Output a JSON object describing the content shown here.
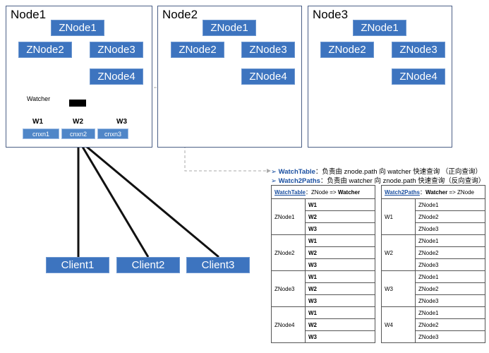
{
  "nodes": [
    {
      "title": "Node1",
      "znodes": [
        "ZNode1",
        "ZNode2",
        "ZNode3",
        "ZNode4"
      ]
    },
    {
      "title": "Node2",
      "znodes": [
        "ZNode1",
        "ZNode2",
        "ZNode3",
        "ZNode4"
      ]
    },
    {
      "title": "Node3",
      "znodes": [
        "ZNode1",
        "ZNode2",
        "ZNode3",
        "ZNode4"
      ]
    }
  ],
  "watcher_label": "Watcher",
  "w_labels": [
    "W1",
    "W2",
    "W3"
  ],
  "connections": [
    "cnxn1",
    "cnxn2",
    "cnxn3"
  ],
  "clients": [
    "Client1",
    "Client2",
    "Client3"
  ],
  "descriptions": [
    {
      "arrow": "➢",
      "term": "WatchTable",
      "text": "：负责由 znode.path 向 watcher 快速查询 （正向查询）"
    },
    {
      "arrow": "➢",
      "term": "Watch2Paths",
      "text": "：负责由 watcher 向 znode.path 快速查询（反向查询）"
    }
  ],
  "watch_table": {
    "header_term": "WatchTable",
    "header_rest": "：ZNode => ",
    "header_bold": "Watcher",
    "groups": [
      {
        "key": "ZNode1",
        "values": [
          "W1",
          "W2",
          "W3"
        ]
      },
      {
        "key": "ZNode2",
        "values": [
          "W1",
          "W2",
          "W3"
        ]
      },
      {
        "key": "ZNode3",
        "values": [
          "W1",
          "W2",
          "W3"
        ]
      },
      {
        "key": "ZNode4",
        "values": [
          "W1",
          "W2",
          "W3"
        ]
      }
    ]
  },
  "watch2paths": {
    "header_term": "Watch2Paths",
    "header_rest": "：",
    "header_bold": "Watcher",
    "header_tail": " => ZNode",
    "groups": [
      {
        "key": "W1",
        "values": [
          "ZNode1",
          "ZNode2",
          "ZNode3"
        ]
      },
      {
        "key": "W2",
        "values": [
          "ZNode1",
          "ZNode2",
          "ZNode3"
        ]
      },
      {
        "key": "W3",
        "values": [
          "ZNode1",
          "ZNode2",
          "ZNode3"
        ]
      },
      {
        "key": "W4",
        "values": [
          "ZNode1",
          "ZNode2",
          "ZNode3"
        ]
      }
    ]
  },
  "colors": {
    "box": "#3d74bf",
    "panel_border": "#4b5f86",
    "term": "#1a4fa0"
  }
}
